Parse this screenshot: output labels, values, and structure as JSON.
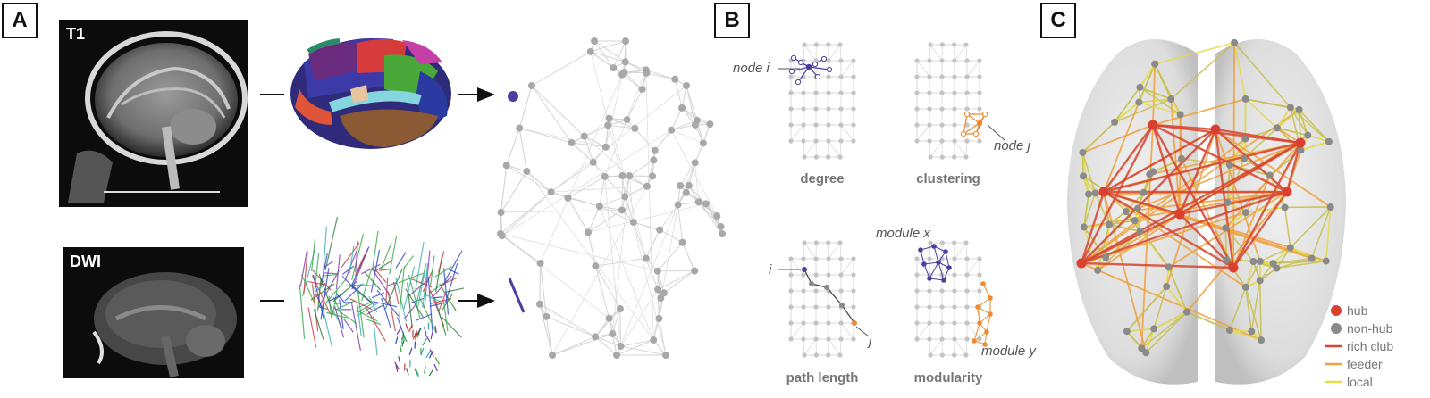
{
  "panels": {
    "a": {
      "label": "A",
      "t1_tag": "T1",
      "dwi_tag": "DWI"
    },
    "b": {
      "label": "B",
      "node_i": "node i",
      "node_j": "node j",
      "degree": "degree",
      "clustering": "clustering",
      "path_length": "path length",
      "modularity": "modularity",
      "module_x": "module x",
      "module_y": "module y",
      "i": "i",
      "j": "j"
    },
    "c": {
      "label": "C"
    }
  },
  "legend": [
    {
      "label": "hub",
      "kind": "dot",
      "color": "#d94030"
    },
    {
      "label": "non-hub",
      "kind": "dot",
      "color": "#8a8a8a"
    },
    {
      "label": "rich club",
      "kind": "line",
      "color": "#d8452e"
    },
    {
      "label": "feeder",
      "kind": "line",
      "color": "#f2a23a"
    },
    {
      "label": "local",
      "kind": "line",
      "color": "#e8dc45"
    }
  ],
  "colors": {
    "purple": "#4b3f9e",
    "orange": "#ef8a2e",
    "graph_gray": "#cfcfcf",
    "node_gray": "#a8a8a8"
  }
}
